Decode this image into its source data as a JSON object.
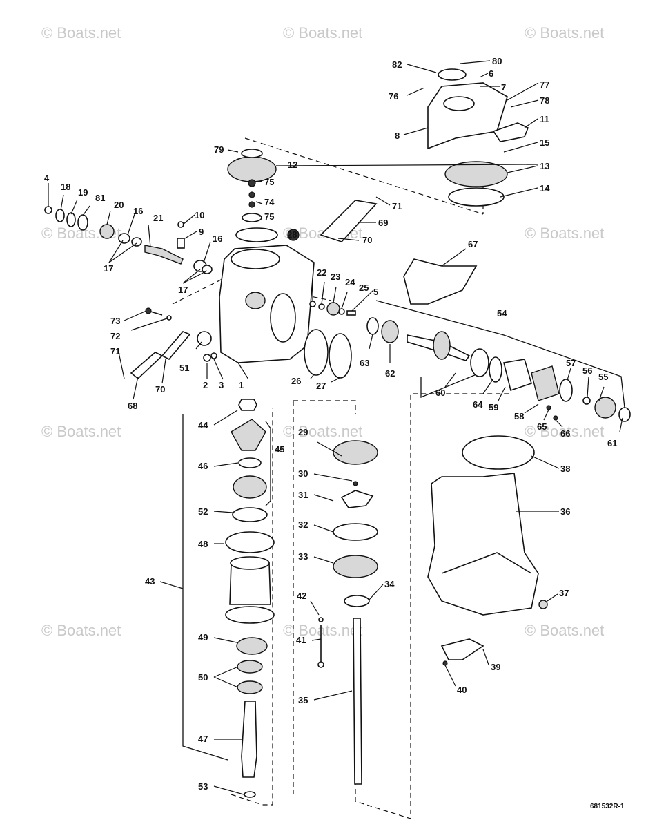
{
  "watermark_text": "© Boats.net",
  "figure_number": "681532R-1",
  "callouts": [
    {
      "id": "1",
      "label": "1"
    },
    {
      "id": "2",
      "label": "2"
    },
    {
      "id": "3",
      "label": "3"
    },
    {
      "id": "4",
      "label": "4"
    },
    {
      "id": "5",
      "label": "5"
    },
    {
      "id": "6",
      "label": "6"
    },
    {
      "id": "7",
      "label": "7"
    },
    {
      "id": "8",
      "label": "8"
    },
    {
      "id": "9",
      "label": "9"
    },
    {
      "id": "10",
      "label": "10"
    },
    {
      "id": "11",
      "label": "11"
    },
    {
      "id": "12",
      "label": "12"
    },
    {
      "id": "13",
      "label": "13"
    },
    {
      "id": "14",
      "label": "14"
    },
    {
      "id": "15",
      "label": "15"
    },
    {
      "id": "16a",
      "label": "16"
    },
    {
      "id": "16b",
      "label": "16"
    },
    {
      "id": "17a",
      "label": "17"
    },
    {
      "id": "17b",
      "label": "17"
    },
    {
      "id": "18",
      "label": "18"
    },
    {
      "id": "19",
      "label": "19"
    },
    {
      "id": "20",
      "label": "20"
    },
    {
      "id": "21",
      "label": "21"
    },
    {
      "id": "22",
      "label": "22"
    },
    {
      "id": "23",
      "label": "23"
    },
    {
      "id": "24",
      "label": "24"
    },
    {
      "id": "25",
      "label": "25"
    },
    {
      "id": "26",
      "label": "26"
    },
    {
      "id": "27",
      "label": "27"
    },
    {
      "id": "28",
      "label": "28"
    },
    {
      "id": "29",
      "label": "29"
    },
    {
      "id": "30",
      "label": "30"
    },
    {
      "id": "31",
      "label": "31"
    },
    {
      "id": "32",
      "label": "32"
    },
    {
      "id": "33",
      "label": "33"
    },
    {
      "id": "34",
      "label": "34"
    },
    {
      "id": "35",
      "label": "35"
    },
    {
      "id": "36",
      "label": "36"
    },
    {
      "id": "37",
      "label": "37"
    },
    {
      "id": "38",
      "label": "38"
    },
    {
      "id": "39",
      "label": "39"
    },
    {
      "id": "40",
      "label": "40"
    },
    {
      "id": "41",
      "label": "41"
    },
    {
      "id": "42",
      "label": "42"
    },
    {
      "id": "43",
      "label": "43"
    },
    {
      "id": "44",
      "label": "44"
    },
    {
      "id": "45",
      "label": "45"
    },
    {
      "id": "46",
      "label": "46"
    },
    {
      "id": "47",
      "label": "47"
    },
    {
      "id": "48",
      "label": "48"
    },
    {
      "id": "49",
      "label": "49"
    },
    {
      "id": "50",
      "label": "50"
    },
    {
      "id": "51",
      "label": "51"
    },
    {
      "id": "52",
      "label": "52"
    },
    {
      "id": "53",
      "label": "53"
    },
    {
      "id": "54",
      "label": "54"
    },
    {
      "id": "55",
      "label": "55"
    },
    {
      "id": "56",
      "label": "56"
    },
    {
      "id": "57",
      "label": "57"
    },
    {
      "id": "58",
      "label": "58"
    },
    {
      "id": "59",
      "label": "59"
    },
    {
      "id": "60",
      "label": "60"
    },
    {
      "id": "61",
      "label": "61"
    },
    {
      "id": "62",
      "label": "62"
    },
    {
      "id": "63",
      "label": "63"
    },
    {
      "id": "64",
      "label": "64"
    },
    {
      "id": "65",
      "label": "65"
    },
    {
      "id": "66",
      "label": "66"
    },
    {
      "id": "67",
      "label": "67"
    },
    {
      "id": "68",
      "label": "68"
    },
    {
      "id": "69",
      "label": "69"
    },
    {
      "id": "70a",
      "label": "70"
    },
    {
      "id": "70b",
      "label": "70"
    },
    {
      "id": "71a",
      "label": "71"
    },
    {
      "id": "71b",
      "label": "71"
    },
    {
      "id": "72",
      "label": "72"
    },
    {
      "id": "73",
      "label": "73"
    },
    {
      "id": "74",
      "label": "74"
    },
    {
      "id": "75a",
      "label": "75"
    },
    {
      "id": "75b",
      "label": "75"
    },
    {
      "id": "76",
      "label": "76"
    },
    {
      "id": "77",
      "label": "77"
    },
    {
      "id": "78",
      "label": "78"
    },
    {
      "id": "79",
      "label": "79"
    },
    {
      "id": "80",
      "label": "80"
    },
    {
      "id": "81",
      "label": "81"
    },
    {
      "id": "82",
      "label": "82"
    }
  ]
}
